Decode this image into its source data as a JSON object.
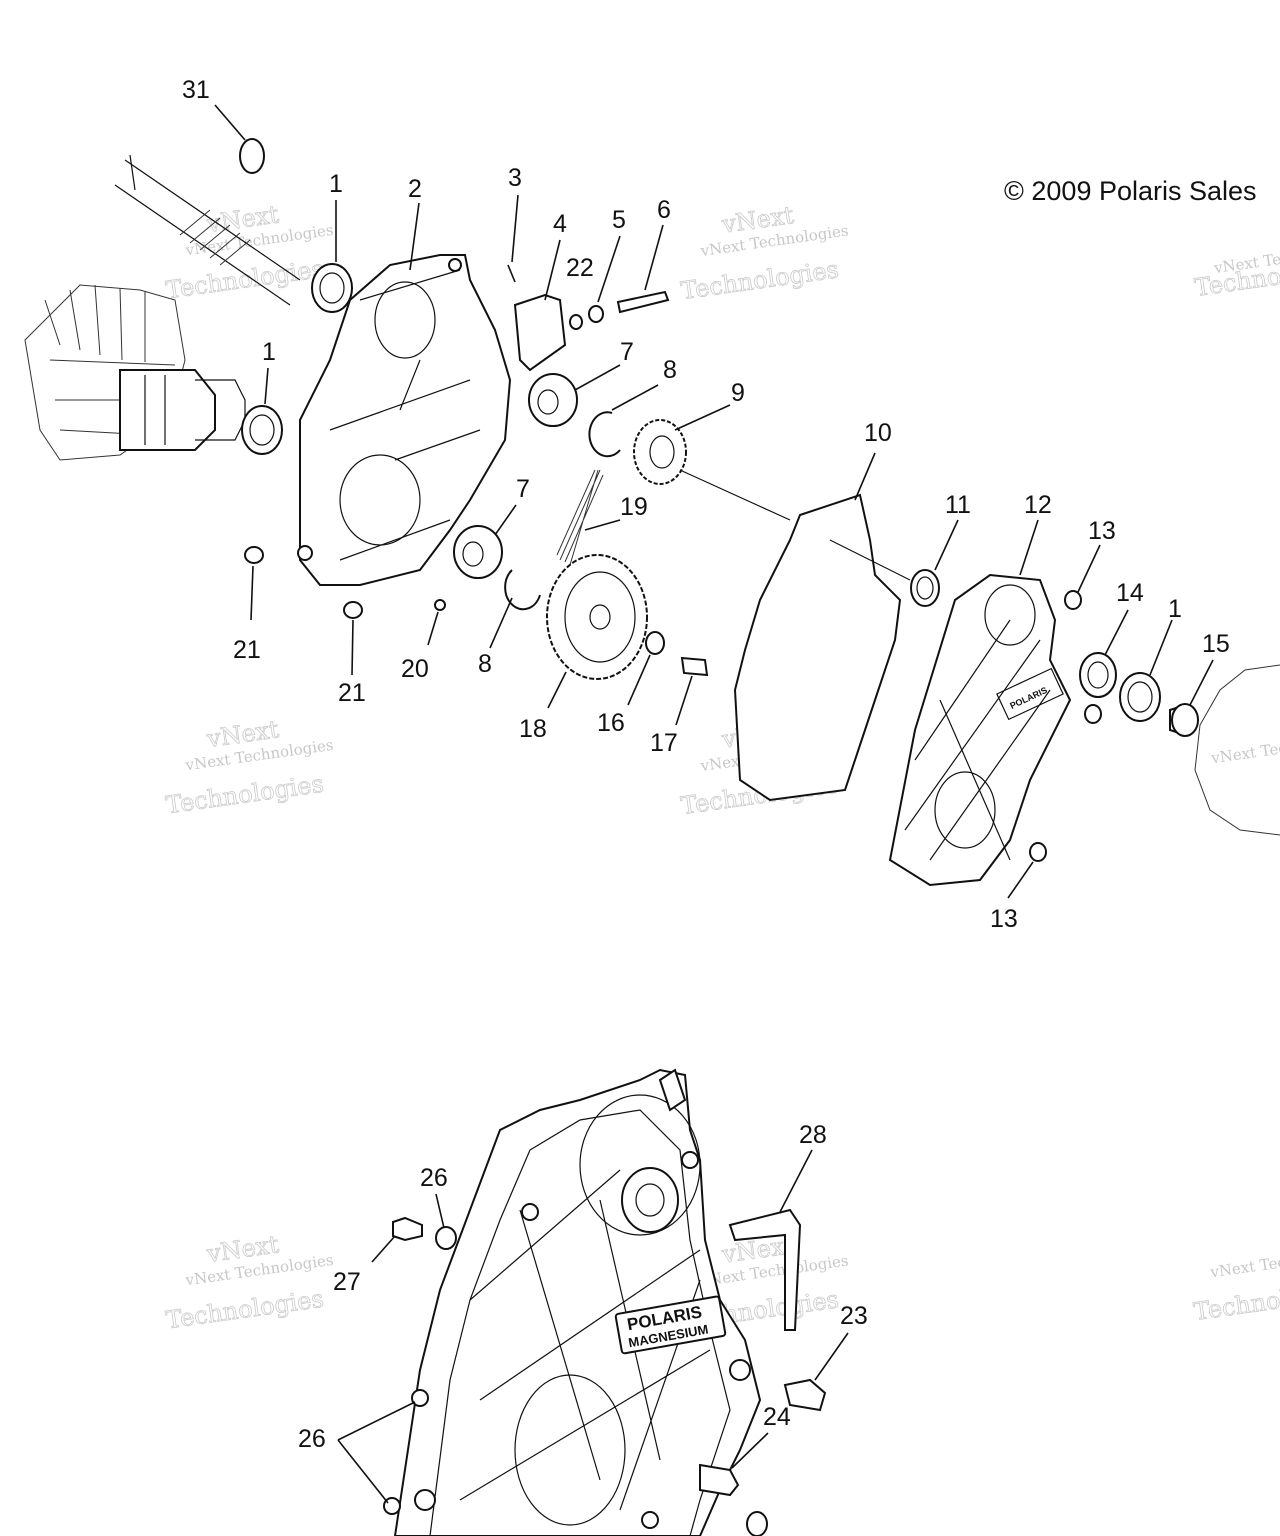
{
  "copyright": "© 2009 Polaris Sales",
  "watermark": {
    "line1": "vNext Technologies",
    "line2": "Technologies",
    "brand": "vNext"
  },
  "callouts": [
    "31",
    "1",
    "2",
    "3",
    "4",
    "22",
    "5",
    "6",
    "1",
    "7",
    "8",
    "9",
    "10",
    "7",
    "19",
    "11",
    "12",
    "13",
    "14",
    "1",
    "15",
    "21",
    "21",
    "20",
    "8",
    "18",
    "16",
    "17",
    "13",
    "28",
    "26",
    "27",
    "23",
    "26",
    "24"
  ],
  "logo": {
    "line1": "POLARIS",
    "line2": "MAGNESIUM"
  }
}
